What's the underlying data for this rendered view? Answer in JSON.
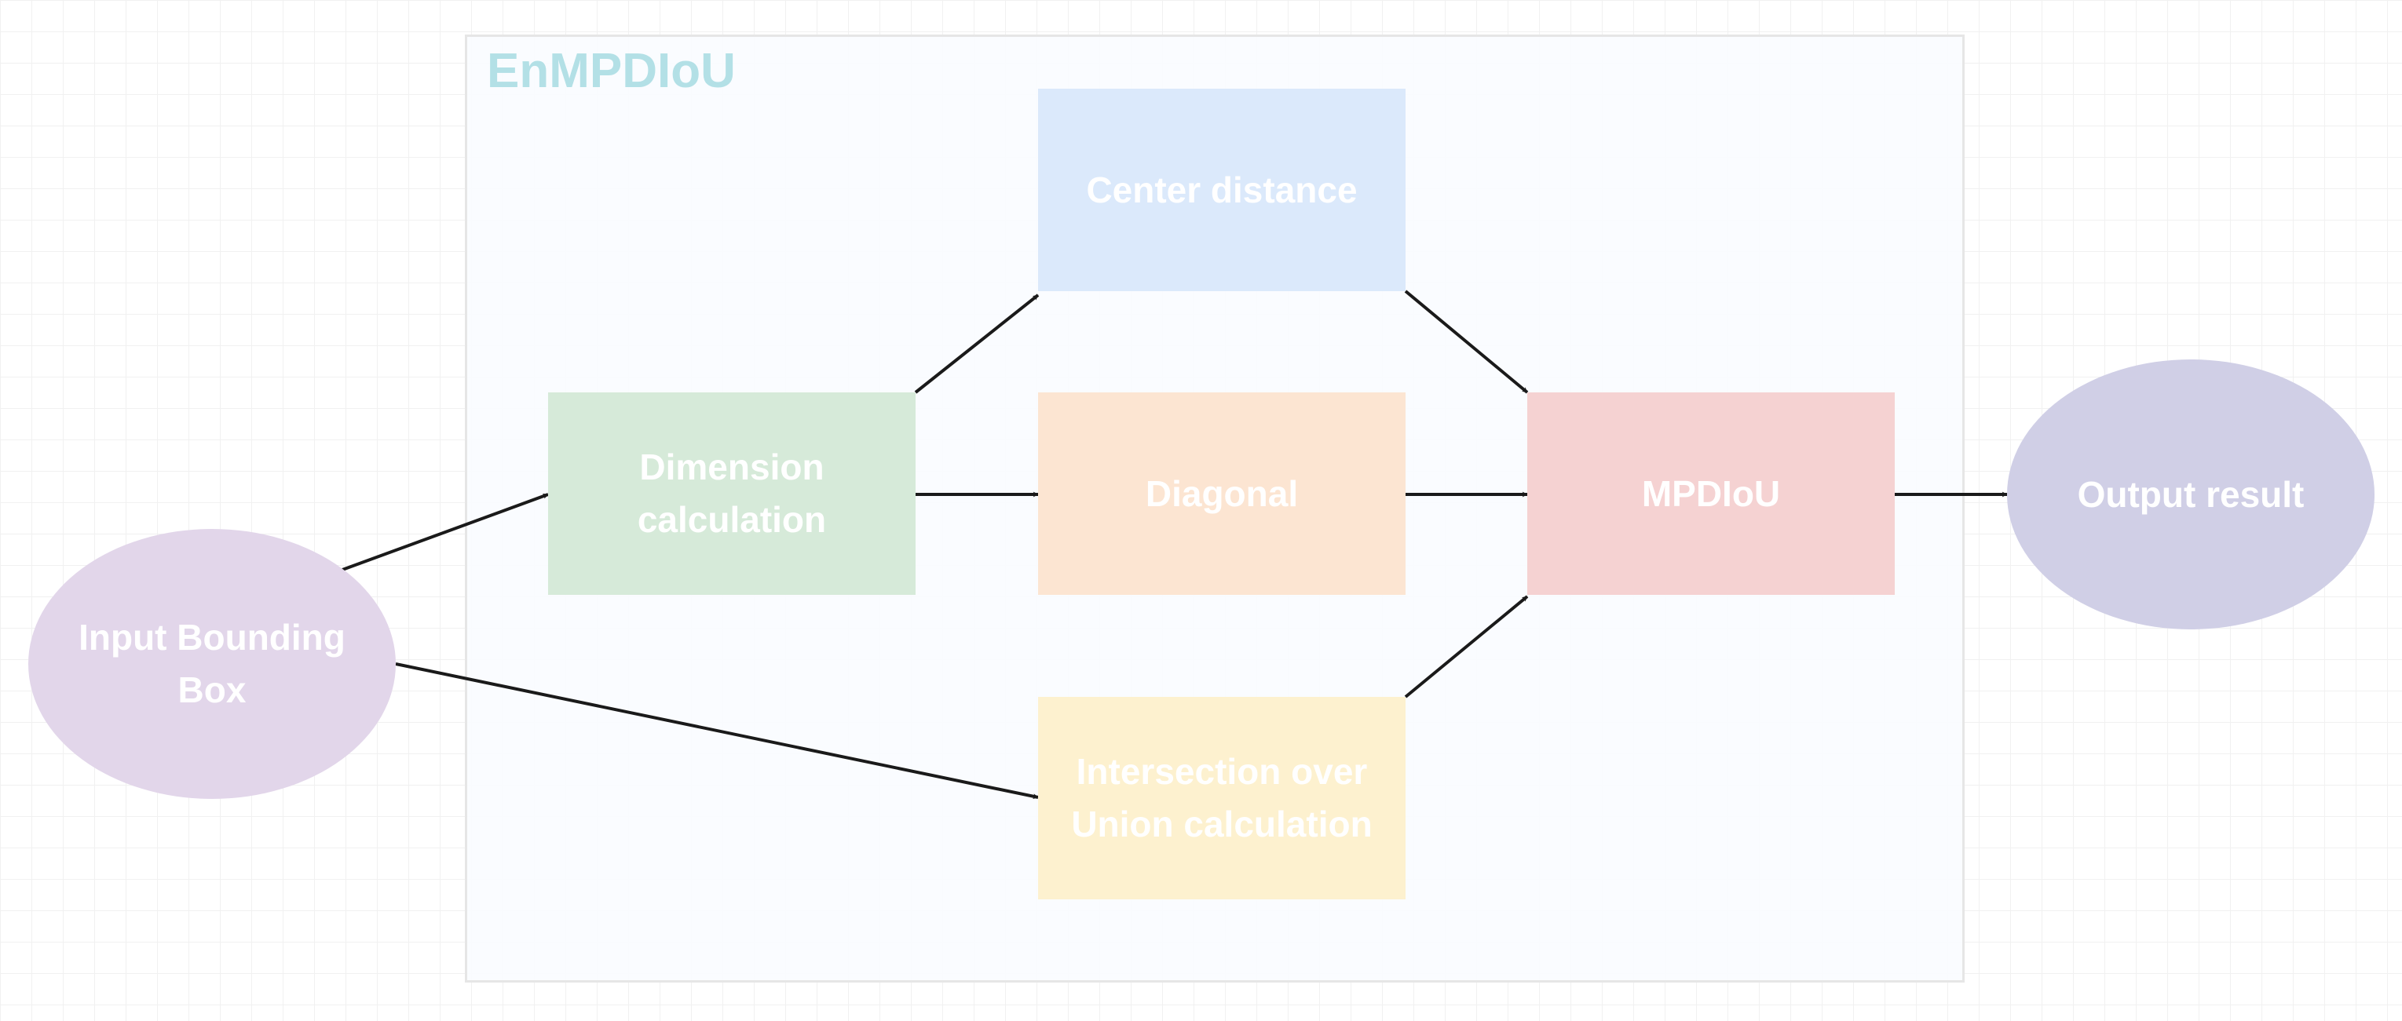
{
  "diagram": {
    "container_title": "EnMPDIoU",
    "nodes": {
      "input": "Input Bounding Box",
      "dimension": "Dimension\ncalculation",
      "center": "Center distance",
      "diagonal": "Diagonal",
      "iou": "Intersection over\nUnion calculation",
      "mpdiou": "MPDIoU",
      "output": "Output result"
    },
    "colors": {
      "input": "#e2d6ea",
      "dimension": "#d6ead9",
      "center": "#dbe9fb",
      "diagonal": "#fce5d2",
      "iou": "#fdf1cf",
      "mpdiou": "#f5d2d2",
      "output": "#d0cfe6",
      "container_title": "#b3e0e6",
      "arrow": "#1a1a1a"
    },
    "edges": [
      [
        "input",
        "dimension"
      ],
      [
        "input",
        "iou"
      ],
      [
        "dimension",
        "center"
      ],
      [
        "dimension",
        "diagonal"
      ],
      [
        "center",
        "mpdiou"
      ],
      [
        "diagonal",
        "mpdiou"
      ],
      [
        "iou",
        "mpdiou"
      ],
      [
        "mpdiou",
        "output"
      ]
    ]
  }
}
